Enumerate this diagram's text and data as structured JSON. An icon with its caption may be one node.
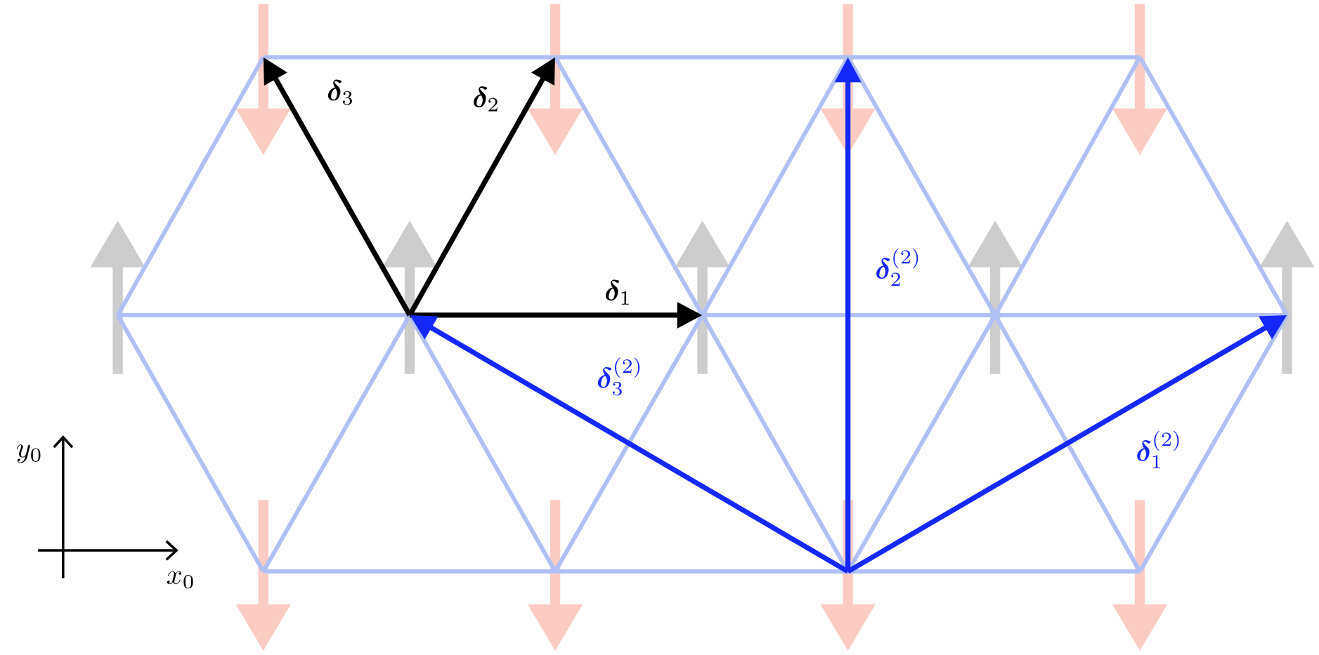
{
  "diagram": {
    "labels": [
      "\\boldsymbol{\\delta}_3",
      "\\boldsymbol{\\delta}_2",
      "\\boldsymbol{\\delta}_1",
      "\\boldsymbol{\\delta}_2^{(2)}",
      "\\boldsymbol{\\delta}_3^{(2)}",
      "\\boldsymbol{\\delta}_1^{(2)}",
      "y_0",
      "x_0"
    ]
  }
}
